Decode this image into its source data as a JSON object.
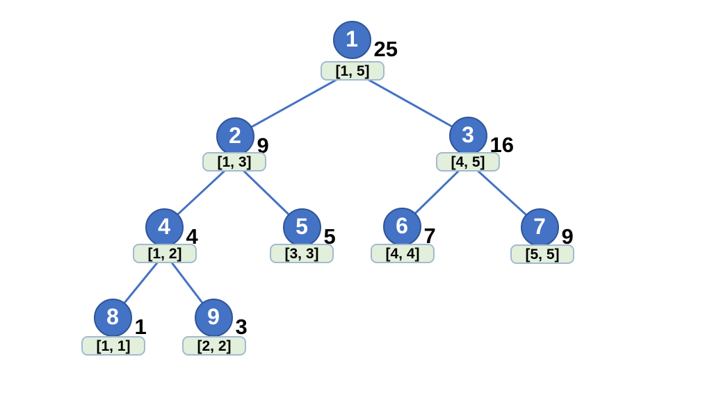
{
  "diagram": {
    "title": "segment-tree",
    "colors": {
      "background": "#ffffff",
      "node_fill": "#4472C4",
      "node_border": "#2F5597",
      "node_number_text": "#ffffff",
      "edge": "#4472C4",
      "range_box_fill": "#E2EFDA",
      "range_box_border": "#A2B9D2",
      "value_text": "#000000"
    },
    "nodes": [
      {
        "id": "1",
        "label": "1",
        "value": "25",
        "range": "[1, 5]",
        "parent": null
      },
      {
        "id": "2",
        "label": "2",
        "value": "9",
        "range": "[1, 3]",
        "parent": "1"
      },
      {
        "id": "3",
        "label": "3",
        "value": "16",
        "range": "[4, 5]",
        "parent": "1"
      },
      {
        "id": "4",
        "label": "4",
        "value": "4",
        "range": "[1, 2]",
        "parent": "2"
      },
      {
        "id": "5",
        "label": "5",
        "value": "5",
        "range": "[3, 3]",
        "parent": "2"
      },
      {
        "id": "6",
        "label": "6",
        "value": "7",
        "range": "[4, 4]",
        "parent": "3"
      },
      {
        "id": "7",
        "label": "7",
        "value": "9",
        "range": "[5, 5]",
        "parent": "3"
      },
      {
        "id": "8",
        "label": "8",
        "value": "1",
        "range": "[1, 1]",
        "parent": "4"
      },
      {
        "id": "9",
        "label": "9",
        "value": "3",
        "range": "[2, 2]",
        "parent": "4"
      }
    ]
  }
}
